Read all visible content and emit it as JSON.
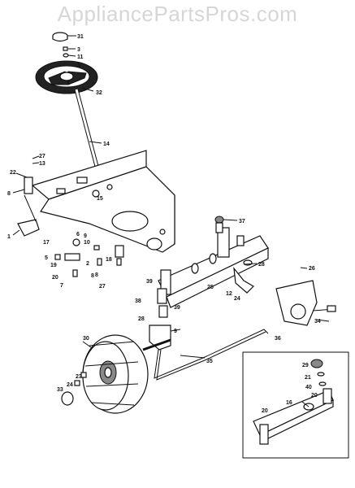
{
  "watermark": "AppliancePartsPros.com",
  "callouts": [
    "31",
    "3",
    "11",
    "1",
    "32",
    "14",
    "27",
    "13",
    "22",
    "8",
    "15",
    "37",
    "9",
    "10",
    "17",
    "6",
    "1",
    "5",
    "19",
    "2",
    "18",
    "8",
    "28",
    "20",
    "7",
    "8",
    "27",
    "39",
    "25",
    "26",
    "12",
    "24",
    "38",
    "39",
    "28",
    "9",
    "34",
    "36",
    "30",
    "35",
    "23",
    "24",
    "33",
    "29",
    "21",
    "40",
    "20",
    "16",
    "20"
  ],
  "colors": {
    "line": "#111111",
    "fill": "#ffffff",
    "watermark": "#d6d6d6"
  }
}
